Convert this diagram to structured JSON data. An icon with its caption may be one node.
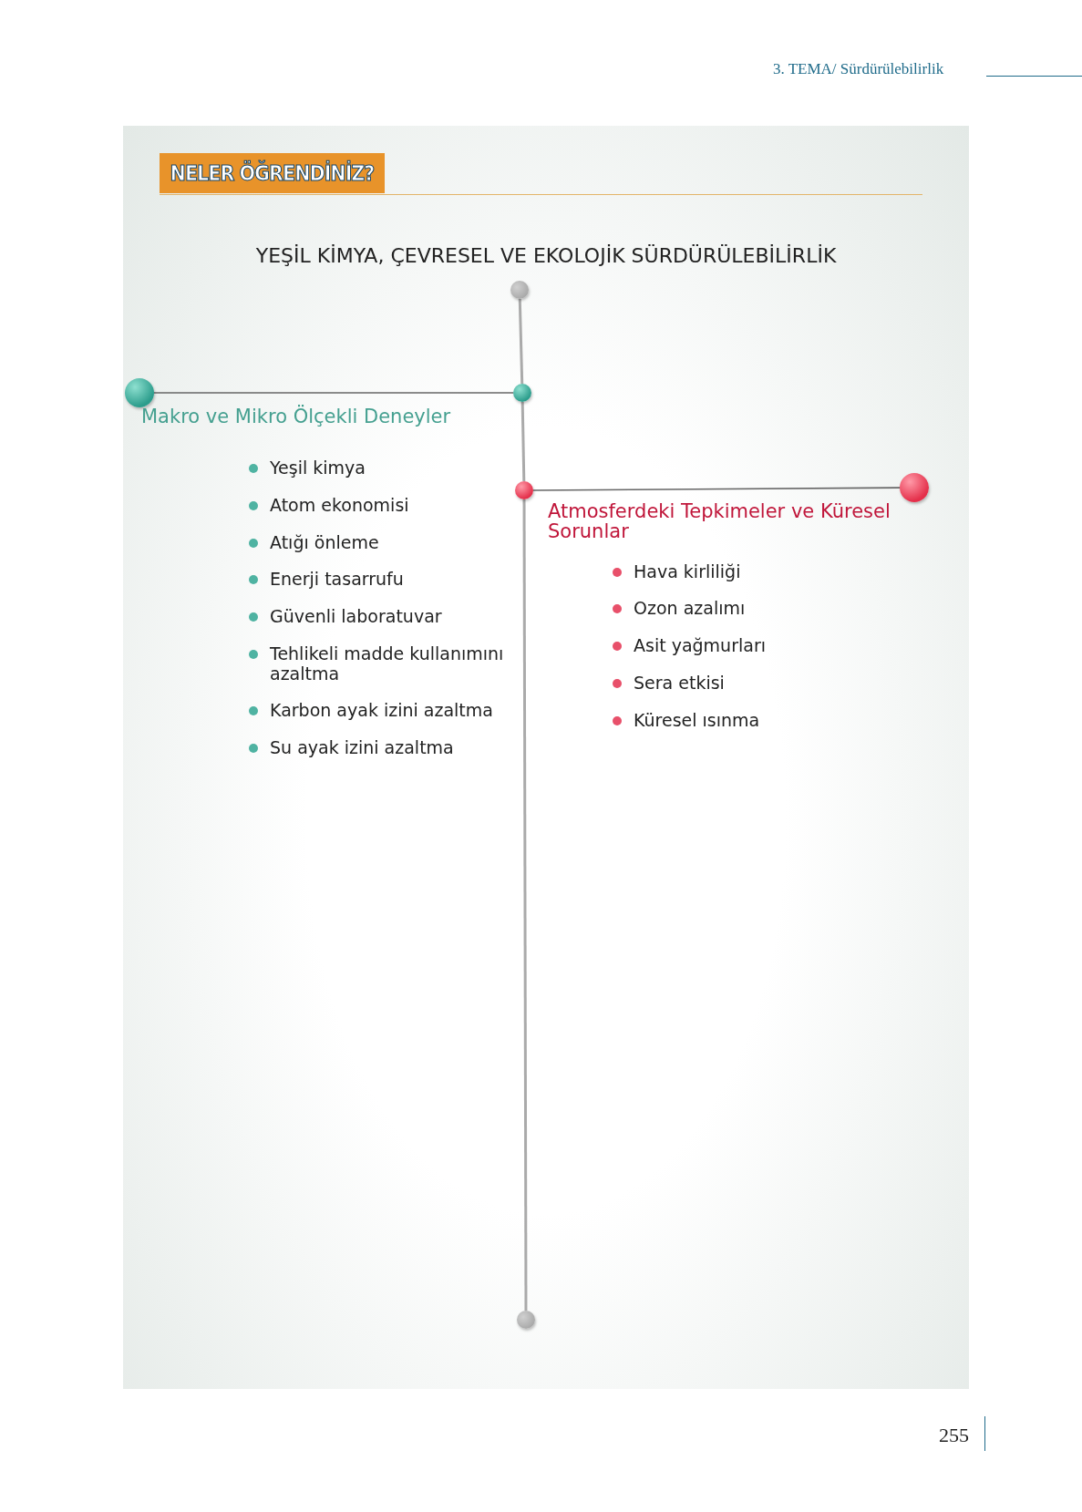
{
  "diagram": {
    "title": "YEŞİL KİMYA, ÇEVRESEL VE EKOLOJİK SÜRDÜRÜLEBİLİRLİK",
    "nodes": [
      {
        "text": [],
        "shape": "circle"
      },
      {
        "text": [],
        "shape": "circle"
      },
      {
        "text": [],
        "shape": "circle"
      },
      {
        "text": [
          "Makro ve Mikro Ölçekli Deneyler",
          "Yeşil kimya",
          "Atom ekonomisi",
          "Atığı önleme",
          "Enerji tasarrufu",
          "Güvenli laboratuvar",
          "Tehlikeli madde kullanımını azaltma",
          "Karbon ayak izini azaltma",
          "Su ayak izini azaltma"
        ]
      },
      {
        "text": [],
        "shape": "circle"
      },
      {
        "text": [],
        "shape": "circle"
      },
      {
        "text": [
          "Atmosferdeki Tepkimeler ve Küresel Sorunlar",
          "Hava kirliliği",
          "Ozon azalımı",
          "Asit yağmurları",
          "Sera etkisi",
          "Küresel ısınma"
        ]
      },
      {
        "text": [],
        "shape": "circle"
      }
    ],
    "edges": [
      {
        "from": 0,
        "to": 2,
        "arrow": "none"
      },
      {
        "from": 2,
        "to": 4,
        "arrow": "none"
      },
      {
        "from": 4,
        "to": 7,
        "arrow": "none"
      },
      {
        "from": 2,
        "to": 1,
        "arrow": "none"
      },
      {
        "from": 4,
        "to": 5,
        "arrow": "none"
      }
    ],
    "labels": [
      "3. TEMA/ Sürdürülebilirlik",
      "NELER ÖĞRENDİNİZ?",
      "255"
    ]
  }
}
